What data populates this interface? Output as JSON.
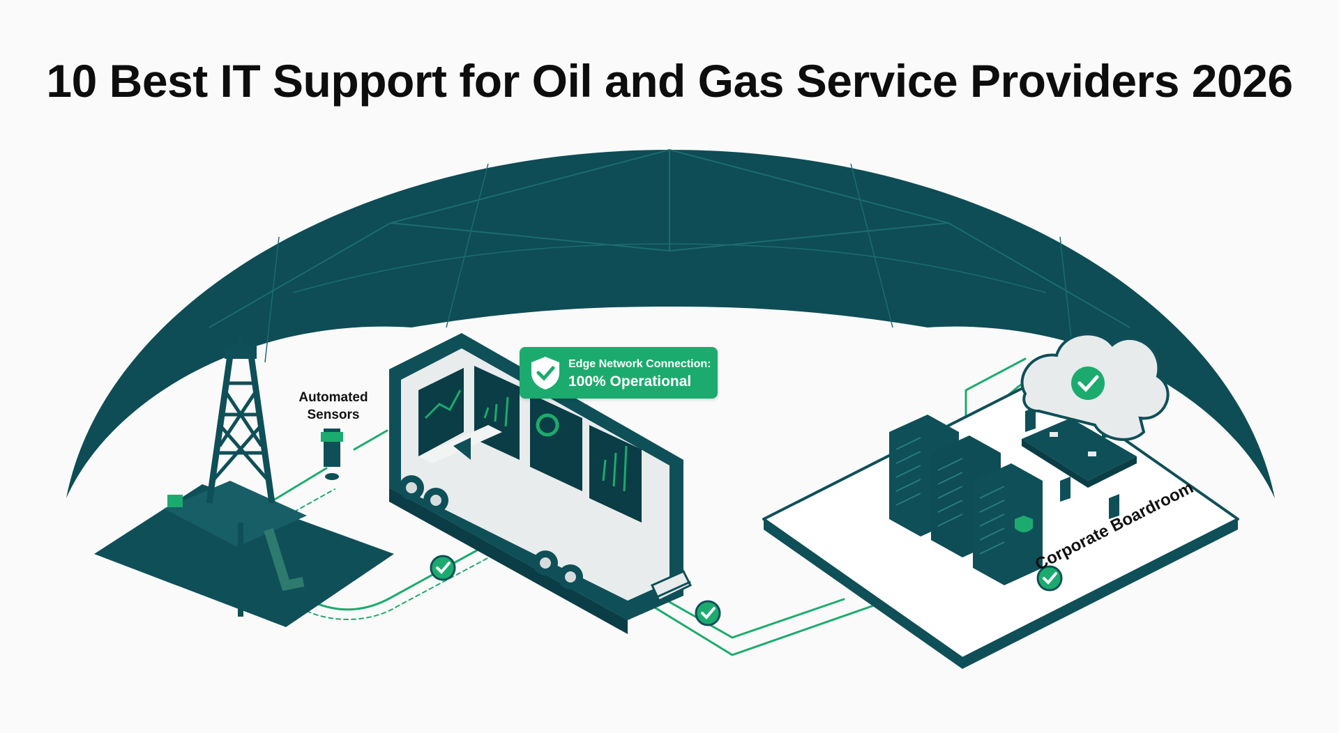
{
  "title": "10 Best IT Support for Oil and Gas Service Providers 2026",
  "labels": {
    "sensors_line1": "Automated",
    "sensors_line2": "Sensors",
    "status_line1": "Edge Network Connection:",
    "status_line2": "100% Operational",
    "boardroom": "Corporate Boardroom"
  },
  "colors": {
    "dome": "#0e4d55",
    "dome_dark": "#0a3d45",
    "teal": "#0f4f58",
    "green": "#1cab6e",
    "background": "#fafafa"
  },
  "icons": [
    "shield-check-icon",
    "check-icon",
    "cloud-check-icon"
  ]
}
